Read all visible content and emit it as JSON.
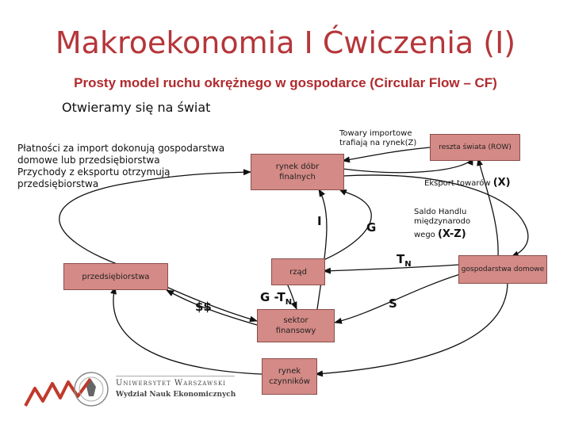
{
  "title": "Makroekonomia I Ćwiczenia (I)",
  "subtitle": "Prosty model ruchu okrężnego w gospodarce (Circular Flow – CF)",
  "section": "Otwieramy się na świat",
  "note": [
    "Płatności za import dokonują gospodarstwa",
    "domowe lub przedsiębiorstwa",
    "Przychody z eksportu otrzymują",
    "przedsiębiorstwa"
  ],
  "nodes": {
    "goods_market": "rynek dóbr finalnych",
    "rest_of_world": "reszta świata (ROW)",
    "firms": "przedsiębiorstwa",
    "government": "rząd",
    "households": "gospodarstwa domowe",
    "financial_sector": "sektor finansowy",
    "factor_market": "rynek czynników"
  },
  "labels": {
    "imports_line1": "Towary importowe",
    "imports_line2": "trafiają na rynek",
    "imports_z": "(Z)",
    "exports": "Eksport towarów",
    "exports_x": "(X)",
    "trade_balance_line1": "Saldo Handlu",
    "trade_balance_line2": "międzynarodo",
    "trade_balance_line3": "wego",
    "trade_balance_xz": "(X-Z)",
    "investment": "I",
    "gov_spending": "G",
    "net_taxes": "T",
    "net_taxes_sub": "N",
    "savings": "S",
    "deficit": "G -T",
    "deficit_sub": "N",
    "money": "$$"
  },
  "logo": {
    "university": "Uniwersytet Warszawski",
    "faculty": "Wydział Nauk Ekonomicznych"
  },
  "colors": {
    "title": "#b5363a",
    "box_fill": "#d48a86",
    "box_border": "#8a4f4c",
    "logo_red": "#c0392b"
  }
}
